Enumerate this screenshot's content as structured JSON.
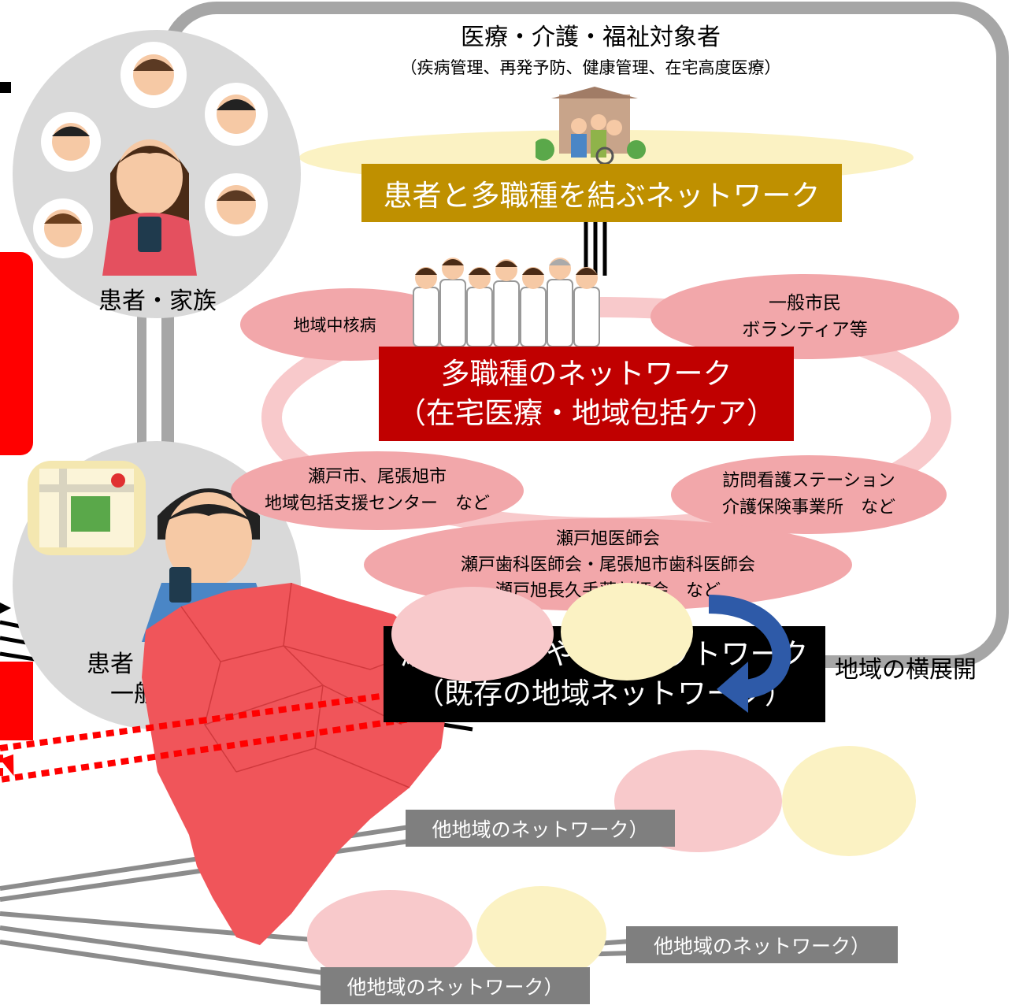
{
  "top_section": {
    "title": "医療・介護・福祉対象者",
    "subtitle": "（疾病管理、再発予防、健康管理、在宅高度医療）",
    "network_label": "患者と多職種を結ぶネットワーク"
  },
  "left_circles": {
    "family_label": "患者・家族",
    "citizens_label_line1": "患者・家族・",
    "citizens_label_line2": "一般市民"
  },
  "ellipses": {
    "core_hospital": "地域中核病",
    "citizens_volunteer_line1": "一般市民",
    "citizens_volunteer_line2": "ボランティア等",
    "seto_city_line1": "瀬戸市、尾張旭市",
    "seto_city_line2": "地域包括支援センター　など",
    "nursing_line1": "訪問看護ステーション",
    "nursing_line2": "介護保険事業所　など",
    "medical_assoc_line1": "瀬戸旭医師会",
    "medical_assoc_line2": "瀬戸歯科医師会・尾張旭市歯科医師会",
    "medical_assoc_line3": "瀬戸旭長久手薬剤師会　など"
  },
  "multi_network": {
    "line1": "多職種のネットワーク",
    "line2": "（在宅医療・地域包括ケア）"
  },
  "existing_network": {
    "line1": "瀬戸旭もーやっこネットワーク",
    "line2": "（既存の地域ネットワーク）"
  },
  "expansion": {
    "label": "地域の横展開"
  },
  "other_networks": {
    "label1": "他地域のネットワーク）",
    "label2": "他地域のネットワーク）",
    "label3": "他地域のネットワーク）"
  },
  "colors": {
    "gold": "#bf9000",
    "dark_red": "#c00000",
    "red": "#ff0000",
    "pink": "#f2a7aa",
    "grey": "#a6a6a6",
    "map_red": "#f0555a",
    "arrow_blue": "#2e5aa8"
  }
}
